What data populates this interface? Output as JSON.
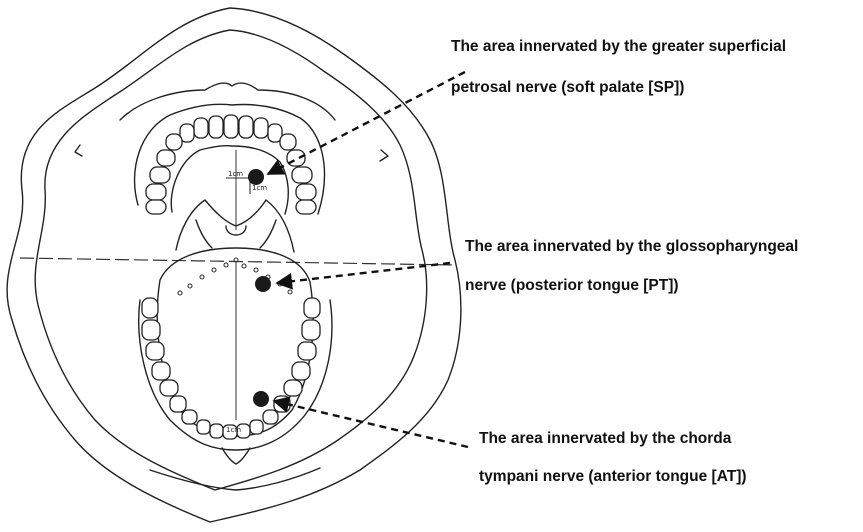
{
  "annotations": [
    {
      "id": "sp",
      "line1": "The area innervated by the greater superficial",
      "line2": "petrosal nerve (soft palate [SP])"
    },
    {
      "id": "pt",
      "line1": "The area innervated by the glossopharyngeal",
      "line2": "nerve (posterior tongue [PT])"
    },
    {
      "id": "at",
      "line1": "The area innervated by the chorda",
      "line2": "tympani nerve (anterior tongue [AT])"
    }
  ],
  "scale_marks": {
    "a": "1cm",
    "b": "1cm",
    "c": "1cm"
  },
  "colors": {
    "ink": "#222222",
    "marker": "#1a1a1a"
  }
}
